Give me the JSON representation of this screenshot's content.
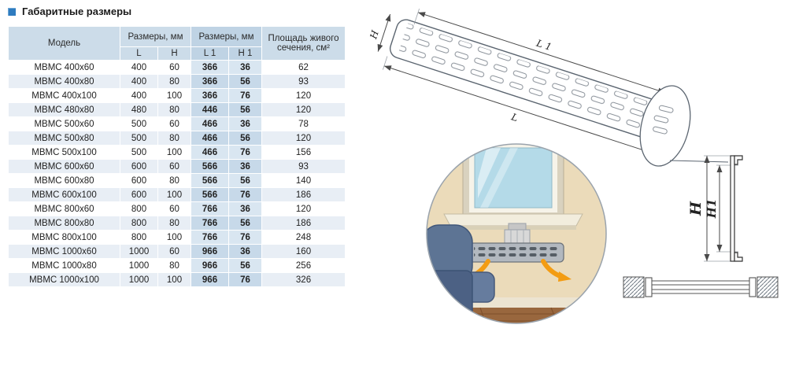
{
  "page": {
    "title": "Габаритные размеры"
  },
  "table": {
    "headers": {
      "model": "Модель",
      "dims": "Размеры, мм",
      "dims_inner": "Размеры, мм",
      "l": "L",
      "h": "H",
      "l1": "L 1",
      "h1": "H 1",
      "area": "Площадь живого сечения, см²"
    },
    "rows": [
      {
        "model": "МВМС 400х60",
        "l": "400",
        "h": "60",
        "l1": "366",
        "h1": "36",
        "area": "62"
      },
      {
        "model": "МВМС 400х80",
        "l": "400",
        "h": "80",
        "l1": "366",
        "h1": "56",
        "area": "93"
      },
      {
        "model": "МВМС 400х100",
        "l": "400",
        "h": "100",
        "l1": "366",
        "h1": "76",
        "area": "120"
      },
      {
        "model": "МВМС 480х80",
        "l": "480",
        "h": "80",
        "l1": "446",
        "h1": "56",
        "area": "120"
      },
      {
        "model": "МВМС 500х60",
        "l": "500",
        "h": "60",
        "l1": "466",
        "h1": "36",
        "area": "78"
      },
      {
        "model": "МВМС 500х80",
        "l": "500",
        "h": "80",
        "l1": "466",
        "h1": "56",
        "area": "120"
      },
      {
        "model": "МВМС 500х100",
        "l": "500",
        "h": "100",
        "l1": "466",
        "h1": "76",
        "area": "156"
      },
      {
        "model": "МВМС 600х60",
        "l": "600",
        "h": "60",
        "l1": "566",
        "h1": "36",
        "area": "93"
      },
      {
        "model": "МВМС 600х80",
        "l": "600",
        "h": "80",
        "l1": "566",
        "h1": "56",
        "area": "140"
      },
      {
        "model": "МВМС 600х100",
        "l": "600",
        "h": "100",
        "l1": "566",
        "h1": "76",
        "area": "186"
      },
      {
        "model": "МВМС 800х60",
        "l": "800",
        "h": "60",
        "l1": "766",
        "h1": "36",
        "area": "120"
      },
      {
        "model": "МВМС 800х80",
        "l": "800",
        "h": "80",
        "l1": "766",
        "h1": "56",
        "area": "186"
      },
      {
        "model": "МВМС 800х100",
        "l": "800",
        "h": "100",
        "l1": "766",
        "h1": "76",
        "area": "248"
      },
      {
        "model": "МВМС 1000х60",
        "l": "1000",
        "h": "60",
        "l1": "966",
        "h1": "36",
        "area": "160"
      },
      {
        "model": "МВМС 1000х80",
        "l": "1000",
        "h": "80",
        "l1": "966",
        "h1": "56",
        "area": "256"
      },
      {
        "model": "МВМС 1000х100",
        "l": "1000",
        "h": "100",
        "l1": "966",
        "h1": "76",
        "area": "326"
      }
    ]
  },
  "diagram": {
    "grille": {
      "l": "L",
      "l1": "L 1",
      "h": "H"
    },
    "profile": {
      "h": "H",
      "h1": "H1"
    }
  },
  "colors": {
    "accent_blue": "#2e7bbf",
    "header_bg": "#ccdce9",
    "stripe_bg": "#e8eef5",
    "tint_bg": "#d9e6f1",
    "tint_stripe_bg": "#c7d9e9",
    "arrow_orange": "#f39c12"
  }
}
